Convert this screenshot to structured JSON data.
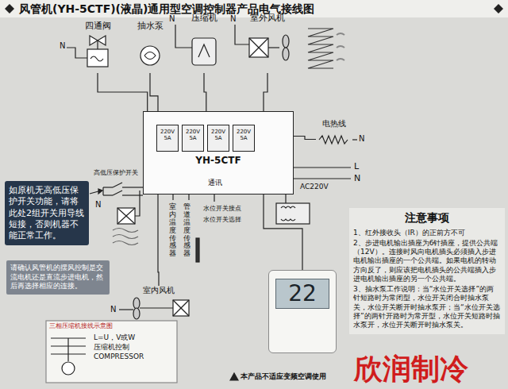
{
  "diagram": {
    "title": "风管机(YH-5CTF)(液晶)通用型空调控制器产品电气接线图",
    "nodes": [
      {
        "text": [
          "YH-5CTF"
        ]
      },
      {
        "text": [
          "220V 5A"
        ],
        "in": 0
      },
      {
        "text": [
          "220V 5A"
        ],
        "in": 0
      },
      {
        "text": [
          "220V 5A"
        ],
        "in": 0
      },
      {
        "text": [
          "220V 5A"
        ],
        "in": 0
      },
      {
        "text": [
          "四通阀"
        ]
      },
      {
        "text": [
          "抽水泵"
        ]
      },
      {
        "text": [
          "压缩机"
        ]
      },
      {
        "text": [
          "室外风机"
        ]
      },
      {
        "text": [
          "电热线"
        ]
      },
      {
        "text": [
          "如原机无高低压保护开关功能，请将此处2组开关用导线短接，否则机器不能正常工作。"
        ]
      },
      {
        "text": [
          "请确认风管机的摆风控制是交流电机还是直流步进电机，然后再选择相应的连接。"
        ]
      },
      {
        "text": [
          "室内风机"
        ]
      },
      {
        "text": [
          "注意事项",
          "1、红外接收头（IR）的正前方不可",
          "2、步进电机输出插座为6针插座，提供公共端（12V）。连接时风向电机插头必须插入步进电机输出插座的一个公共端。如果电机的转动方向反了，则应该把电机插头的公共端插入步进电机输出插座的另一个公共端。",
          "3、抽水泵工作说明：当“水位开关选择”的两针短路时为常闭型，水位开关闭合时抽水泵关，水位开关断开时抽水泵开；当“水位开关选择”的两针开路时为常开型，水位开关短路时抽水泵开，水位开关断开时抽水泵关。"
        ]
      },
      {
        "text": [
          "22"
        ]
      },
      {
        "text": [
          "三相压缩机接线示意图",
          "L=U，V或W",
          "压缩机控制",
          "COMPRESSOR"
        ]
      }
    ],
    "edges": [
      {
        "from": 0,
        "to": 5,
        "arrow": "none"
      },
      {
        "from": 0,
        "to": 6,
        "arrow": "none"
      },
      {
        "from": 0,
        "to": 7,
        "arrow": "none"
      },
      {
        "from": 0,
        "to": 8,
        "arrow": "none"
      },
      {
        "from": 0,
        "to": 9,
        "arrow": "none"
      },
      {
        "from": 0,
        "to": 12,
        "arrow": "none"
      },
      {
        "from": 0,
        "to": 14,
        "arrow": "none"
      }
    ],
    "labels": [
      "N",
      "N",
      "N",
      "N",
      "L",
      "N",
      "AC220V",
      "高低压保护开关",
      "N",
      "室内温度传感器",
      "管道温度传感器",
      "水位开关接点",
      "水位开关选择",
      "通讯",
      "本产品不适应变频空调使用",
      "欣润制冷",
      "N"
    ]
  }
}
